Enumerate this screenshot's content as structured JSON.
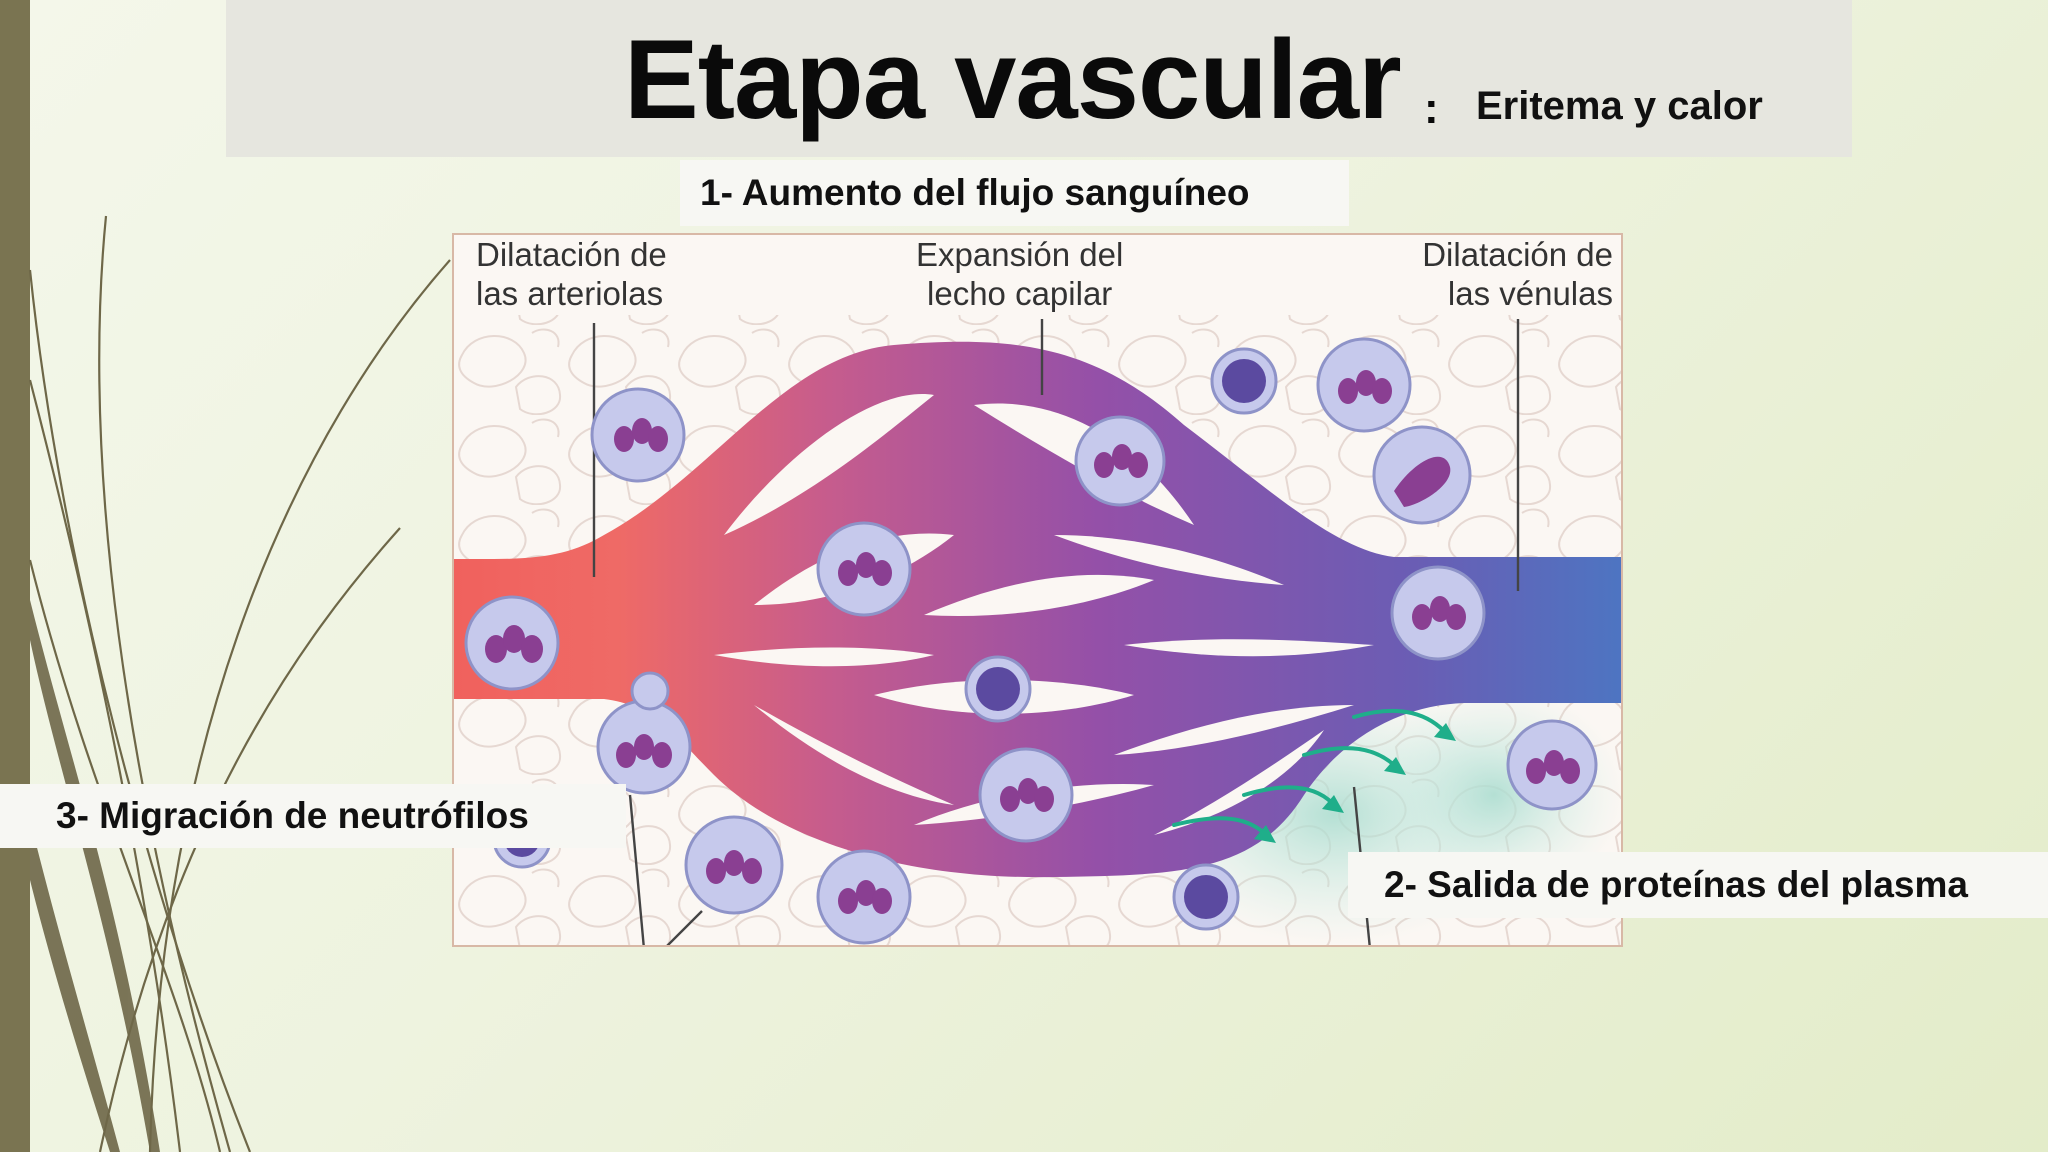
{
  "slide": {
    "title": "Etapa vascular",
    "title_colon": ":",
    "subtitle": "Eritema y calor",
    "label_1": "1- Aumento del flujo sanguíneo",
    "label_2": "2- Salida de proteínas del plasma",
    "label_3": "3- Migración de neutrófilos"
  },
  "diagram": {
    "arterioles_line1": "Dilatación de",
    "arterioles_line2": "las arteriolas",
    "capilar_line1": "Expansión del",
    "capilar_line2": "lecho capilar",
    "venulas_line1": "Dilatación de",
    "venulas_line2": "las vénulas"
  },
  "colors": {
    "accent_bar": "#7a7451",
    "artery": "#ee6a66",
    "capillary": "#9a4fa6",
    "vein": "#4f72c0",
    "plasma_arrow": "#1fae8a",
    "cell_fill": "#bfc3ea",
    "nucleus": "#8a3f92"
  }
}
